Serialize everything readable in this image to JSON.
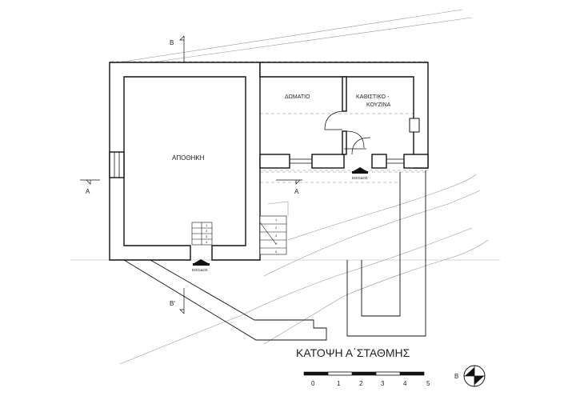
{
  "rooms": {
    "storage": "ΑΠΟΘΗΚΗ",
    "bedroom": "ΔΩΜΑΤΙΟ",
    "living_kitchen_line1": "ΚΑΘΙΣΤΙΚΟ -",
    "living_kitchen_line2": "ΚΟΥΖΙΝΑ"
  },
  "entrances": {
    "main": "ΕΙΣΟΔΟΣ",
    "secondary": "ΕΙΣΟΔΟΣ"
  },
  "sections": {
    "a_left": "A",
    "a_right": "A",
    "b_top": "B",
    "b_bottom": "B'"
  },
  "title": "ΚΑΤΟΨΗ Α΄ΣΤΑΘΜΗΣ",
  "scale_bar": {
    "ticks": [
      "0",
      "1",
      "2",
      "3",
      "4",
      "5"
    ]
  },
  "north_arrow": {
    "label": "B"
  },
  "stair_steps": {
    "storage_steps": [
      "1",
      "2",
      "3",
      "4"
    ],
    "outer_steps": [
      "1",
      "2",
      "3",
      "4",
      "5"
    ]
  }
}
